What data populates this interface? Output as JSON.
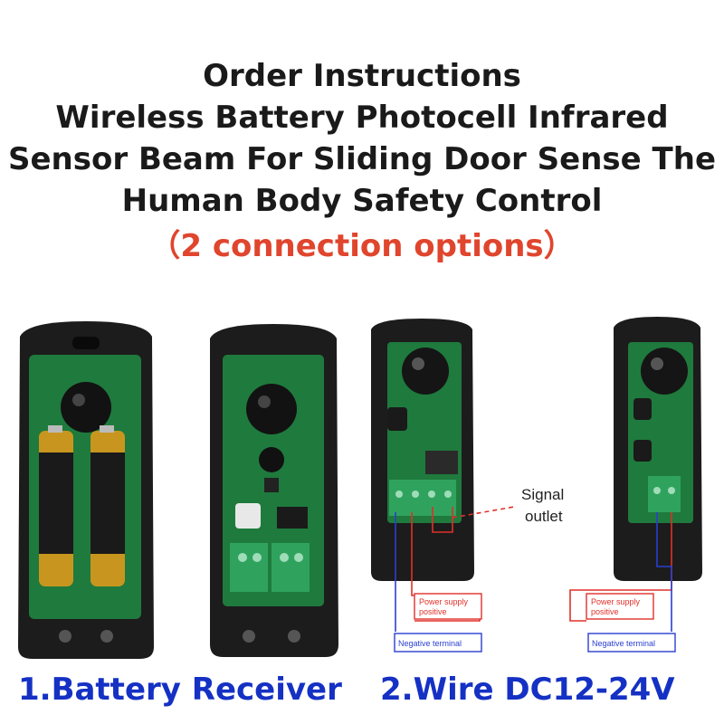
{
  "header": {
    "line1": "Order Instructions",
    "line2": "Wireless Battery Photocell Infrared",
    "line3": "Sensor Beam For Sliding Door Sense The",
    "line4": "Human Body Safety Control",
    "subtitle": "（2 connection options）"
  },
  "diagram": {
    "signal_label_1": "Signal",
    "signal_label_2": "outlet",
    "power_label_1": "Power supply",
    "power_label_2": "positive",
    "negative_label": "Negative terminal"
  },
  "captions": {
    "option1": "1.Battery Receiver",
    "option2": "2.Wire DC12-24V"
  },
  "colors": {
    "title": "#1a1a1a",
    "subtitle": "#e0452d",
    "caption": "#1531c4",
    "wire_red": "#e0302a",
    "wire_blue": "#2a3fd0",
    "pcb_green": "#1f7a3d",
    "housing": "#1c1c1c"
  }
}
